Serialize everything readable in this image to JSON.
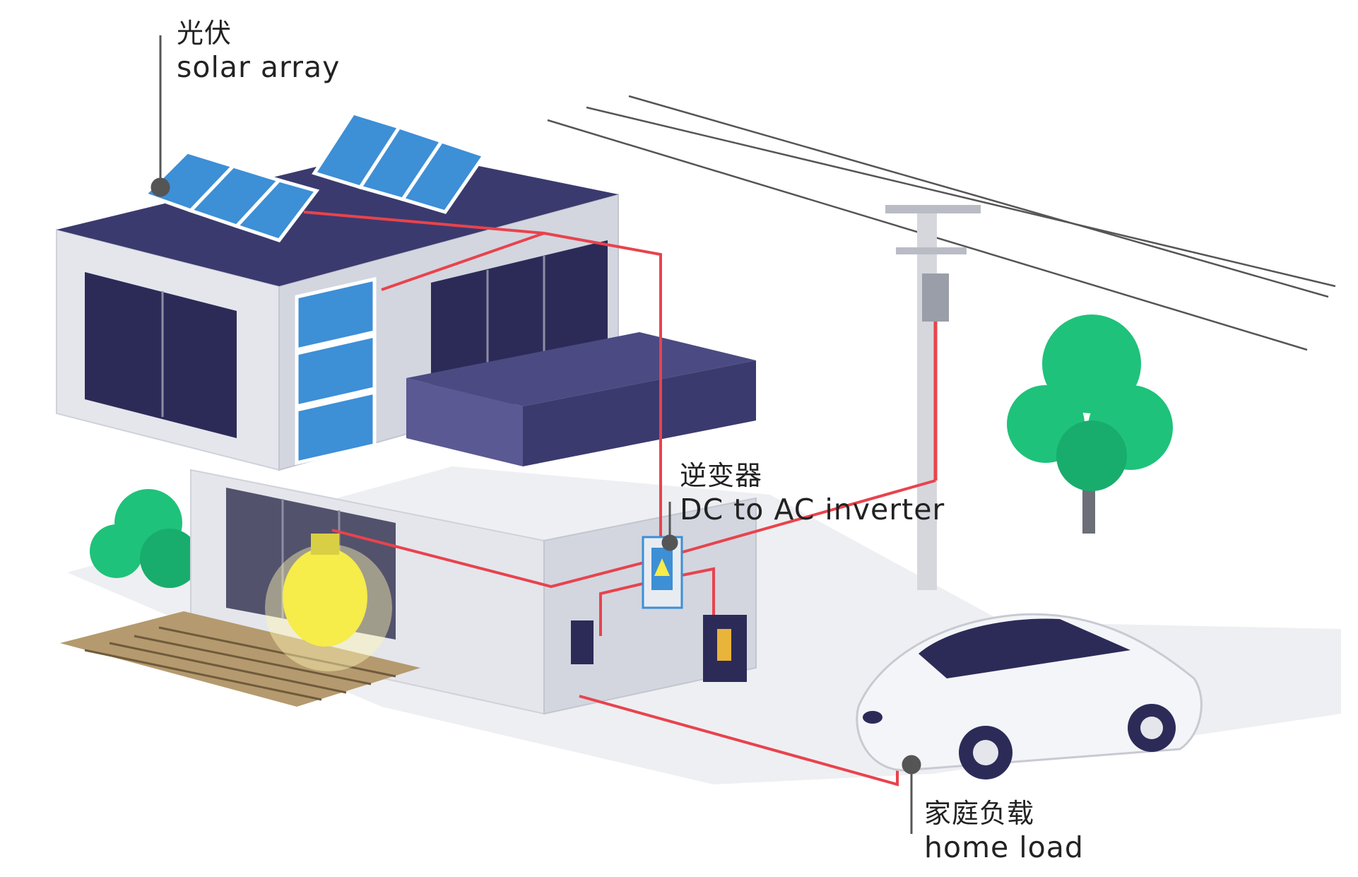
{
  "labels": {
    "solar": {
      "zh": "光伏",
      "en": "solar array"
    },
    "inverter": {
      "zh": "逆变器",
      "en": "DC to AC inverter"
    },
    "load": {
      "zh": "家庭负载",
      "en": "home load"
    }
  },
  "colors": {
    "wire": "#e8434d",
    "roof": "#3b3a6e",
    "panel": "#3d8fd6",
    "wall": "#e4e6ec",
    "tree": "#1fc27a",
    "bulb": "#f6ec4a"
  }
}
